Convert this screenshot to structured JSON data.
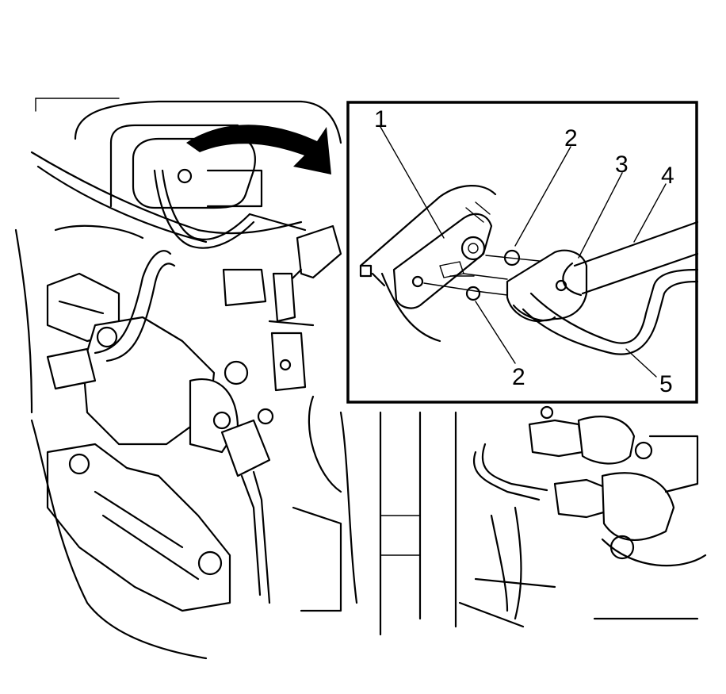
{
  "callouts": {
    "c1": "1",
    "c2_top": "2",
    "c3": "3",
    "c4": "4",
    "c2_bottom": "2",
    "c5": "5"
  }
}
